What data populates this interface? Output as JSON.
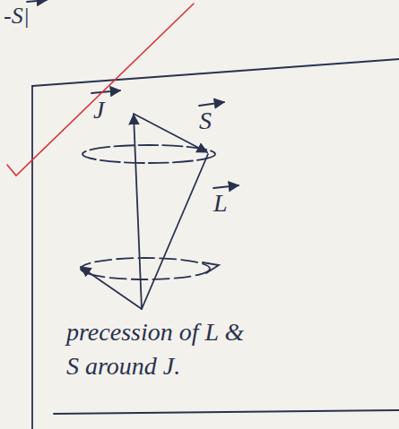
{
  "diagram": {
    "caption": "precession of L & S around J.",
    "labels": [
      "-S|",
      "J",
      "S",
      "L"
    ]
  }
}
